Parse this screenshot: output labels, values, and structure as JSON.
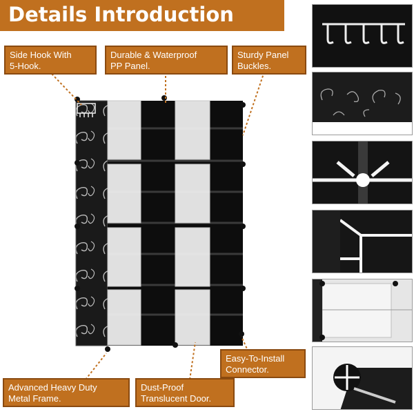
{
  "header": {
    "title": "Details Introduction"
  },
  "callouts": {
    "side_hook": [
      "Side Hook With",
      "5-Hook."
    ],
    "pp_panel": [
      "Durable & Waterproof",
      "PP Panel."
    ],
    "buckles": [
      "Sturdy Panel",
      "Buckles."
    ],
    "connector": [
      "Easy-To-Install",
      "Connector."
    ],
    "frame": [
      "Advanced Heavy Duty",
      "Metal Frame."
    ],
    "door": [
      "Dust-Proof",
      "Translucent Door."
    ]
  },
  "colors": {
    "accent": "#c0701f",
    "accent_border": "#8a4a10",
    "panel_black": "#111111",
    "door_white": "#f2f2f2"
  },
  "thumbnails": [
    "hook-detail",
    "panel-pattern",
    "buckle-detail",
    "frame-detail",
    "door-detail",
    "connector-detail"
  ]
}
